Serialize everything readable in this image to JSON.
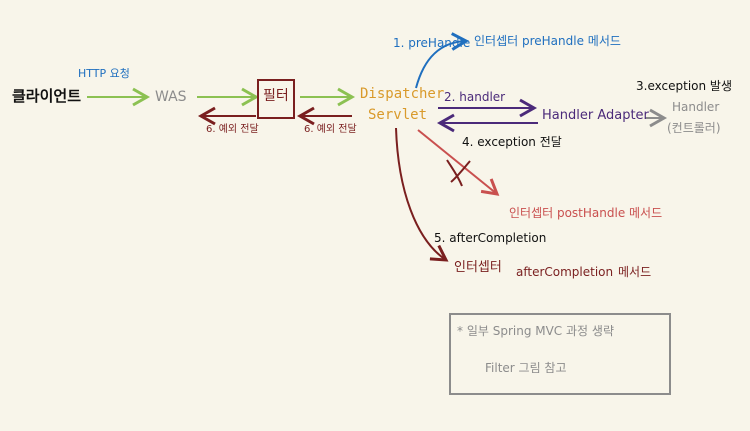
{
  "nodes": {
    "client": "클라이언트",
    "was": "WAS",
    "filter": "필터",
    "dispatcher_line1": "Dispatcher",
    "dispatcher_line2": "Servlet",
    "handler_adapter": "Handler Adapter",
    "handler_line1": "Handler",
    "handler_line2": "(컨트롤러)"
  },
  "edges": {
    "http_request": "HTTP 요청",
    "step1": "1. preHandle",
    "step1_target": "인터셉터 preHandle 메서드",
    "step2": "2. handler",
    "step3": "3.exception 발생",
    "step4": "4. exception 전달",
    "posthandle_target": "인터셉터 postHandle 메서드",
    "step5": "5. afterCompletion",
    "step5_target": "인터셉터",
    "step5_target_method": "afterCompletion",
    "step5_target_suffix": "메서드",
    "step6_left": "6. 예외 전달",
    "step6_right": "6. 예외 전달"
  },
  "note": {
    "line1": "* 일부 Spring MVC 과정 생략",
    "line2": "Filter 그림 참고"
  },
  "colors": {
    "green": "#8cc152",
    "dark_red": "#7a1f1f",
    "blue": "#1f6fbf",
    "orange": "#d99a2b",
    "purple": "#4b2a7a",
    "gray": "#8c8c8c",
    "light_red": "#c9504f"
  }
}
